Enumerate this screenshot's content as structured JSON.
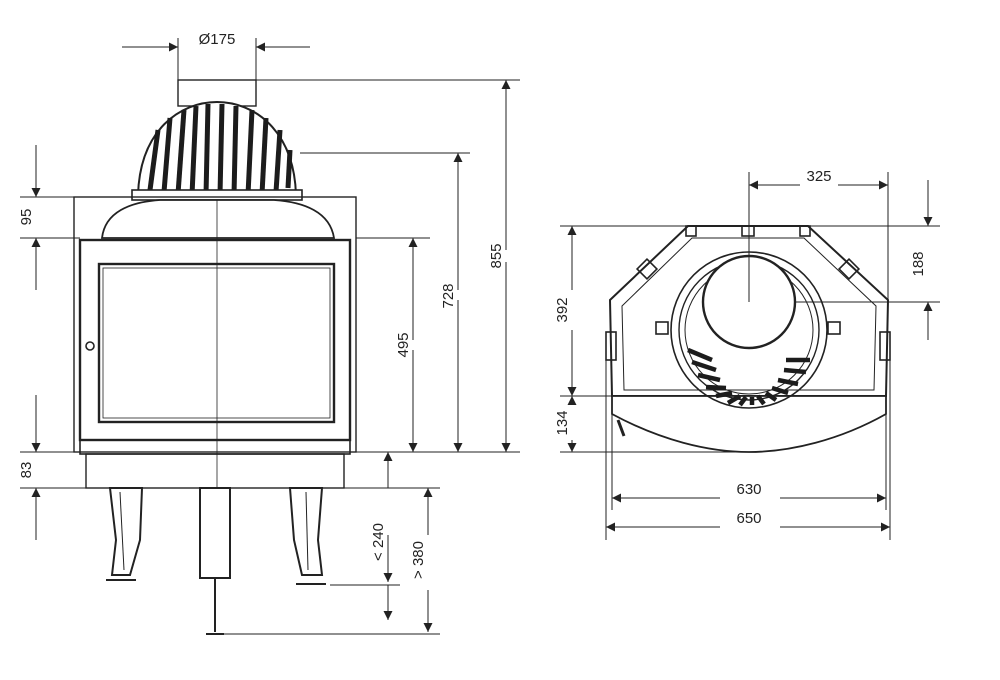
{
  "front_view": {
    "dimensions": {
      "flue_diameter": "Ø175",
      "top_height": "95",
      "bottom_height": "83",
      "glass_height": "495",
      "body_height": "728",
      "total_height": "855",
      "leg_min": "< 240",
      "leg_max": "> 380"
    }
  },
  "top_view": {
    "dimensions": {
      "half_width": "325",
      "flue_offset": "188",
      "depth": "392",
      "front_depth": "134",
      "inner_width": "630",
      "outer_width": "650"
    }
  },
  "colors": {
    "line": "#222222",
    "fill_dark": "#1c1c1c",
    "fill_light": "#ffffff"
  }
}
